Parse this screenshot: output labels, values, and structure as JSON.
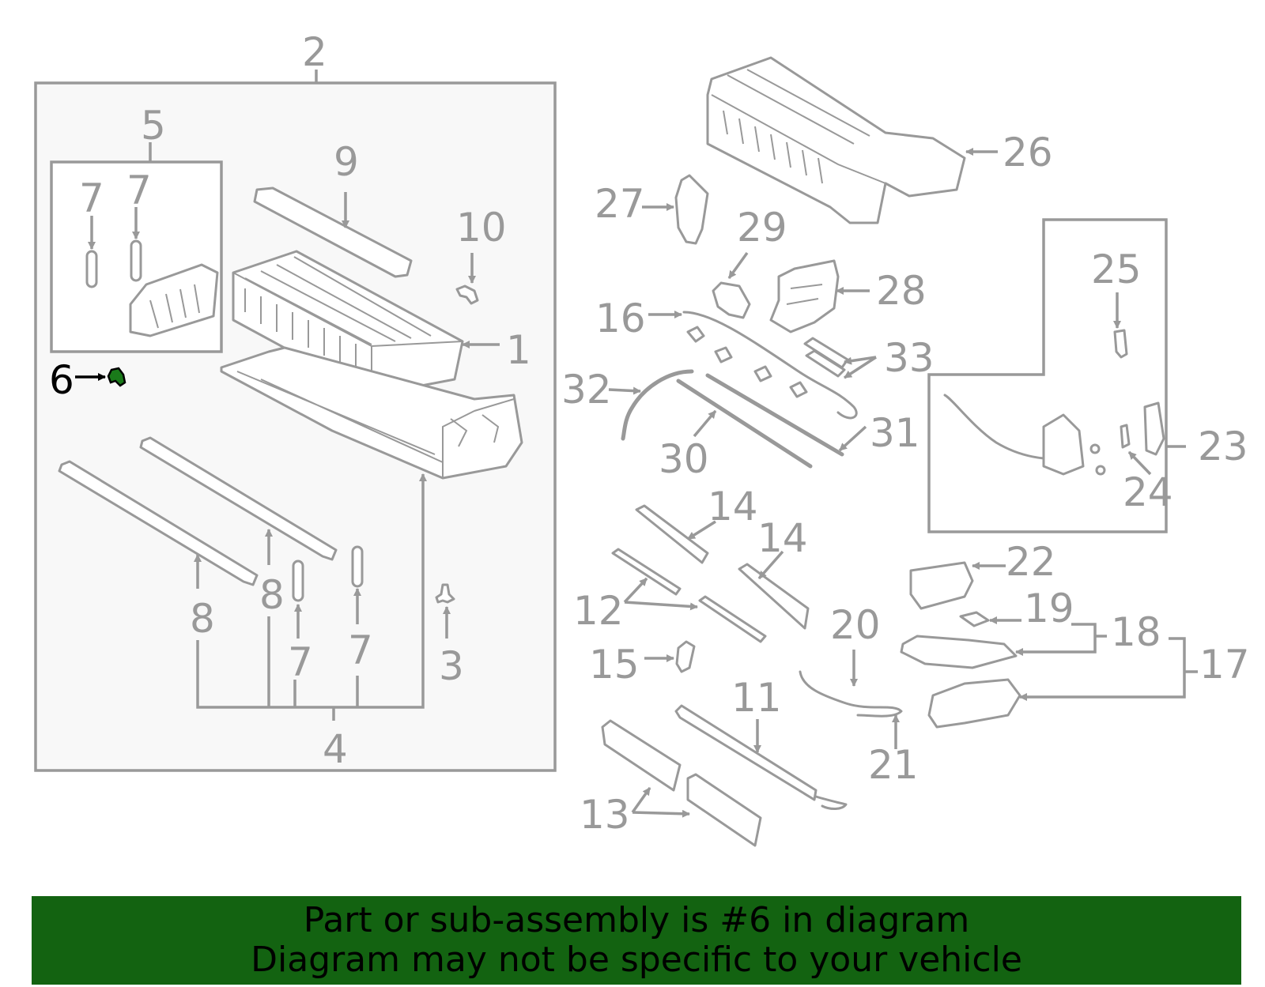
{
  "colors": {
    "line": "#999999",
    "highlight_part": "#1a7a1a",
    "highlight_label": "#000000",
    "banner_bg": "#136311",
    "banner_text": "#000000"
  },
  "diagram": {
    "highlighted_callout": "6",
    "callouts": [
      {
        "id": "c1",
        "text": "1"
      },
      {
        "id": "c2",
        "text": "2"
      },
      {
        "id": "c3",
        "text": "3"
      },
      {
        "id": "c4",
        "text": "4"
      },
      {
        "id": "c5",
        "text": "5"
      },
      {
        "id": "c6",
        "text": "6"
      },
      {
        "id": "c7a",
        "text": "7"
      },
      {
        "id": "c7b",
        "text": "7"
      },
      {
        "id": "c7c",
        "text": "7"
      },
      {
        "id": "c7d",
        "text": "7"
      },
      {
        "id": "c8a",
        "text": "8"
      },
      {
        "id": "c8b",
        "text": "8"
      },
      {
        "id": "c9",
        "text": "9"
      },
      {
        "id": "c10",
        "text": "10"
      },
      {
        "id": "c11",
        "text": "11"
      },
      {
        "id": "c12",
        "text": "12"
      },
      {
        "id": "c13",
        "text": "13"
      },
      {
        "id": "c14a",
        "text": "14"
      },
      {
        "id": "c14b",
        "text": "14"
      },
      {
        "id": "c15",
        "text": "15"
      },
      {
        "id": "c16",
        "text": "16"
      },
      {
        "id": "c17",
        "text": "17"
      },
      {
        "id": "c18",
        "text": "18"
      },
      {
        "id": "c19",
        "text": "19"
      },
      {
        "id": "c20",
        "text": "20"
      },
      {
        "id": "c21",
        "text": "21"
      },
      {
        "id": "c22",
        "text": "22"
      },
      {
        "id": "c23",
        "text": "23"
      },
      {
        "id": "c24",
        "text": "24"
      },
      {
        "id": "c25",
        "text": "25"
      },
      {
        "id": "c26",
        "text": "26"
      },
      {
        "id": "c27",
        "text": "27"
      },
      {
        "id": "c28",
        "text": "28"
      },
      {
        "id": "c29",
        "text": "29"
      },
      {
        "id": "c30",
        "text": "30"
      },
      {
        "id": "c31",
        "text": "31"
      },
      {
        "id": "c32",
        "text": "32"
      },
      {
        "id": "c33",
        "text": "33"
      }
    ]
  },
  "banner": {
    "line1": "Part or sub-assembly is #6 in diagram",
    "line2": "Diagram may not be specific to your vehicle"
  }
}
